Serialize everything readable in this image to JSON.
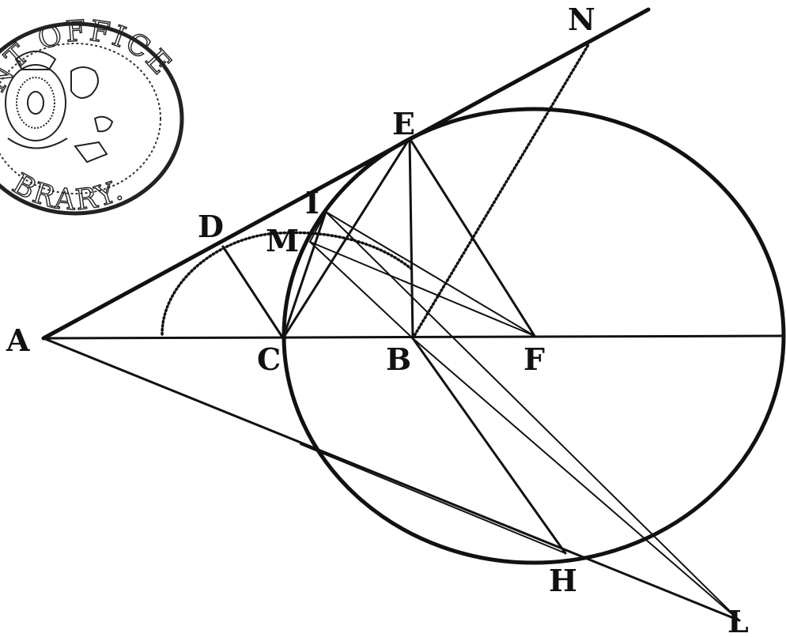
{
  "diagram": {
    "points": {
      "A": "A",
      "B": "B",
      "C": "C",
      "D": "D",
      "E": "E",
      "F": "F",
      "H": "H",
      "I": "I",
      "L": "L",
      "M": "M",
      "N": "N"
    }
  },
  "stamp": {
    "top_text": "NT OFFICE",
    "bottom_text": "BRARY."
  }
}
